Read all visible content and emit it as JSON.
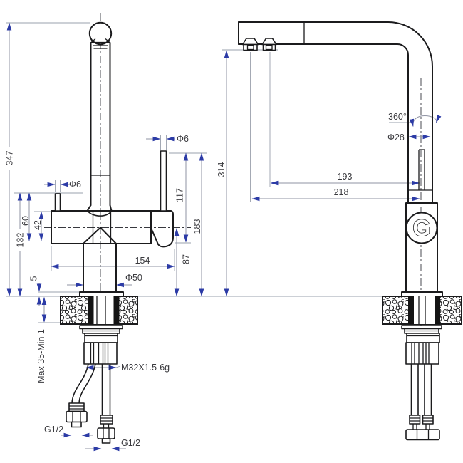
{
  "type": "technical-drawing",
  "subject": "kitchen faucet two-view dimensioned drawing",
  "colors": {
    "background": "#ffffff",
    "outline": "#1b1b1d",
    "dimension_line": "#8f93a3",
    "arrow": "#2c3ba6",
    "text": "#3a3a3e"
  },
  "front_view": {
    "total_height": "347",
    "height_132": "132",
    "pin_height_60": "60",
    "body_offset_42": "42",
    "left_pin_diameter": "Φ6",
    "right_pin_diameter": "Φ6",
    "pin_height_117": "117",
    "height_183": "183",
    "center_height_87": "87",
    "body_width_154": "154",
    "base_diameter": "Φ50",
    "deck_clearance_5": "5",
    "mounting_range": "Max 35-Min 1",
    "shank_thread": "M32X1.5-6g",
    "hose_left_thread": "G1/2",
    "hose_right_thread": "G1/2"
  },
  "side_view": {
    "swivel_angle": "360°",
    "tube_diameter": "Φ28",
    "spout_height_314": "314",
    "reach_193": "193",
    "reach_218": "218",
    "logo_letter": "G"
  }
}
